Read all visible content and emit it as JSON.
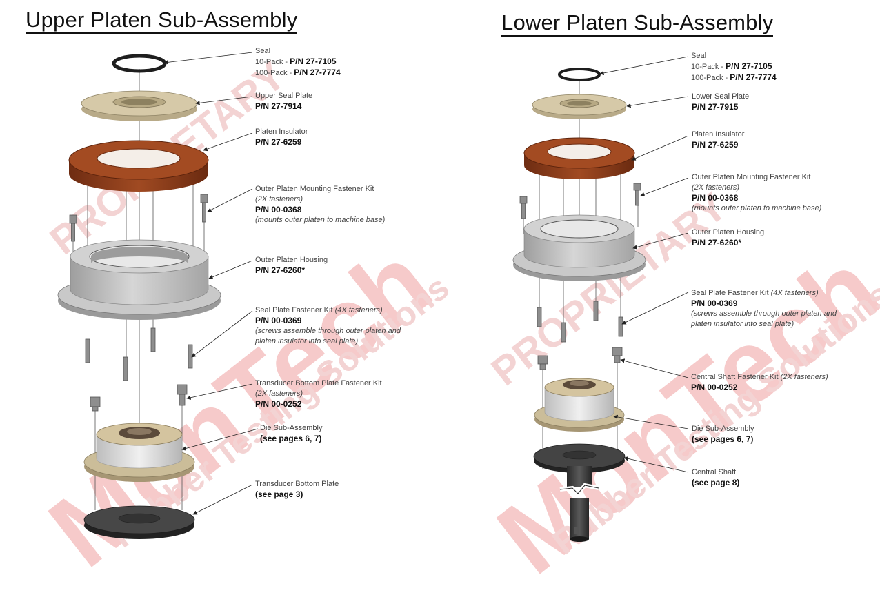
{
  "upper": {
    "title": "Upper Platen Sub-Assembly",
    "seal": {
      "name": "Seal",
      "pack10_prefix": "10-Pack - ",
      "pack10_pn": "P/N 27-7105",
      "pack100_prefix": "100-Pack - ",
      "pack100_pn": "P/N 27-7774"
    },
    "seal_plate": {
      "name": "Upper Seal Plate",
      "pn": "P/N 27-7914"
    },
    "insulator": {
      "name": "Platen Insulator",
      "pn": "P/N 27-6259"
    },
    "mount_kit": {
      "name": "Outer Platen Mounting Fastener Kit",
      "qty": "(2X fasteners)",
      "pn": "P/N 00-0368",
      "note": "(mounts outer platen to machine base)"
    },
    "housing": {
      "name": "Outer Platen Housing",
      "pn": "P/N 27-6260*"
    },
    "seal_kit": {
      "name": "Seal Plate Fastener Kit ",
      "qty": "(4X fasteners)",
      "pn": "P/N 00-0369",
      "note1": "(screws assemble through outer platen and",
      "note2": "platen  insulator into seal plate)"
    },
    "trans_kit": {
      "name": "Transducer Bottom Plate Fastener Kit",
      "qty": "(2X fasteners)",
      "pn": "P/N 00-0252"
    },
    "die": {
      "name": "Die Sub-Assembly",
      "ref": "(see pages 6, 7)"
    },
    "trans_plate": {
      "name": "Transducer Bottom Plate",
      "ref": "(see page 3)"
    }
  },
  "lower": {
    "title": "Lower Platen Sub-Assembly",
    "seal": {
      "name": "Seal",
      "pack10_prefix": "10-Pack - ",
      "pack10_pn": "P/N 27-7105",
      "pack100_prefix": "100-Pack - ",
      "pack100_pn": "P/N 27-7774"
    },
    "seal_plate": {
      "name": "Lower Seal Plate",
      "pn": "P/N 27-7915"
    },
    "insulator": {
      "name": "Platen Insulator",
      "pn": "P/N 27-6259"
    },
    "mount_kit": {
      "name": "Outer Platen Mounting Fastener Kit",
      "qty": "(2X fasteners)",
      "pn": "P/N 00-0368",
      "note": "(mounts outer platen to machine base)"
    },
    "housing": {
      "name": "Outer Platen Housing",
      "pn": "P/N 27-6260*"
    },
    "seal_kit": {
      "name": "Seal Plate Fastener Kit ",
      "qty": "(4X fasteners)",
      "pn": "P/N 00-0369",
      "note1": "(screws assemble through outer platen and",
      "note2": "platen  insulator into seal plate)"
    },
    "shaft_kit": {
      "name": "Central Shaft Fastener Kit ",
      "qty": "(2X fasteners)",
      "pn": "P/N 00-0252"
    },
    "die": {
      "name": "Die Sub-Assembly",
      "ref": "(see pages 6, 7)"
    },
    "shaft": {
      "name": "Central Shaft",
      "ref": "(see page 8)"
    }
  },
  "watermark": {
    "line1": "PROPRIETARY",
    "line2": "MonTech",
    "line3": "Rubber Testing Solutions"
  },
  "colors": {
    "watermark": "#f4c9c9",
    "insulator": "#8a3a1c",
    "plate": "#cdbf9e",
    "housing": "#b8b8b8",
    "dark": "#3c3c3c"
  }
}
